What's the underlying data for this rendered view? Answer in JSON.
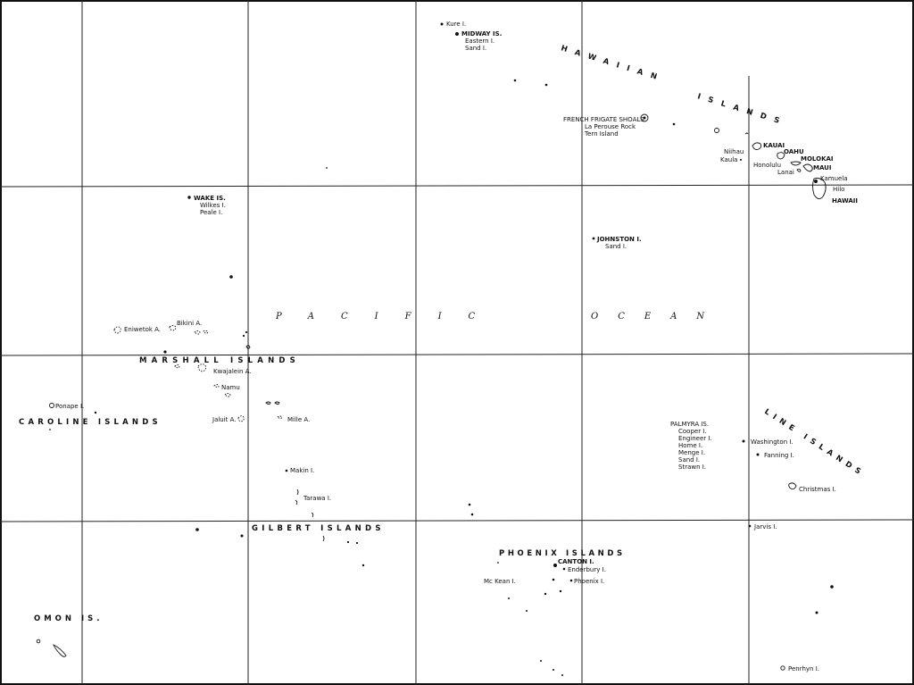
{
  "labels": {
    "kure": "Kure I.",
    "midway": "MIDWAY IS.",
    "eastern": "Eastern I.",
    "sand": "Sand I.",
    "hawaiian": "HAWAIIAN",
    "islands_hi": "ISLANDS",
    "french_frigate": "FRENCH FRIGATE SHOALS",
    "la_perouse": "La Perouse Rock",
    "tern": "Tern Island",
    "niihau": "Niihau",
    "kaula": "Kaula",
    "kauai": "KAUAI",
    "oahu": "OAHU",
    "honolulu": "Honolulu",
    "molokai": "MOLOKAI",
    "lanai": "Lanai",
    "maui": "MAUI",
    "kamuela": "Kamuela",
    "hilo": "Hilo",
    "hawaii": "HAWAII",
    "wake": "WAKE IS.",
    "wilkes": "Wilkes I.",
    "peale": "Peale I.",
    "johnston": "JOHNSTON I.",
    "johnston_sand": "Sand I.",
    "pacific": "PACIFIC",
    "ocean": "OCEAN",
    "eniwetok": "Eniwetok A.",
    "bikini": "Bikini A.",
    "marshall": "MARSHALL ISLANDS",
    "kwajalein": "Kwajalein A.",
    "namu": "Namu",
    "jaluit": "Jaluit A.",
    "mille": "Mille A.",
    "ponape": "Ponape I.",
    "caroline": "CAROLINE ISLANDS",
    "makin": "Makin I.",
    "tarawa": "Tarawa I.",
    "gilbert": "GILBERT ISLANDS",
    "palmyra": "PALMYRA IS.",
    "cooper": "Cooper I.",
    "engineer": "Engineer I.",
    "home": "Home I.",
    "menge": "Menge I.",
    "palmyra_sand": "Sand I.",
    "strawn": "Strawn I.",
    "line": "LINE ISLANDS",
    "washington": "Washington I.",
    "fanning": "Fanning I.",
    "christmas": "Christmas I.",
    "jarvis": "Jarvis I.",
    "phoenix": "PHOENIX ISLANDS",
    "canton": "CANTON I.",
    "enderbury": "Enderbury I.",
    "mckean": "Mc Kean I.",
    "phoenix_i": "Phoenix I.",
    "solomon": "OMON IS.",
    "penrhyn": "Penrhyn I."
  }
}
